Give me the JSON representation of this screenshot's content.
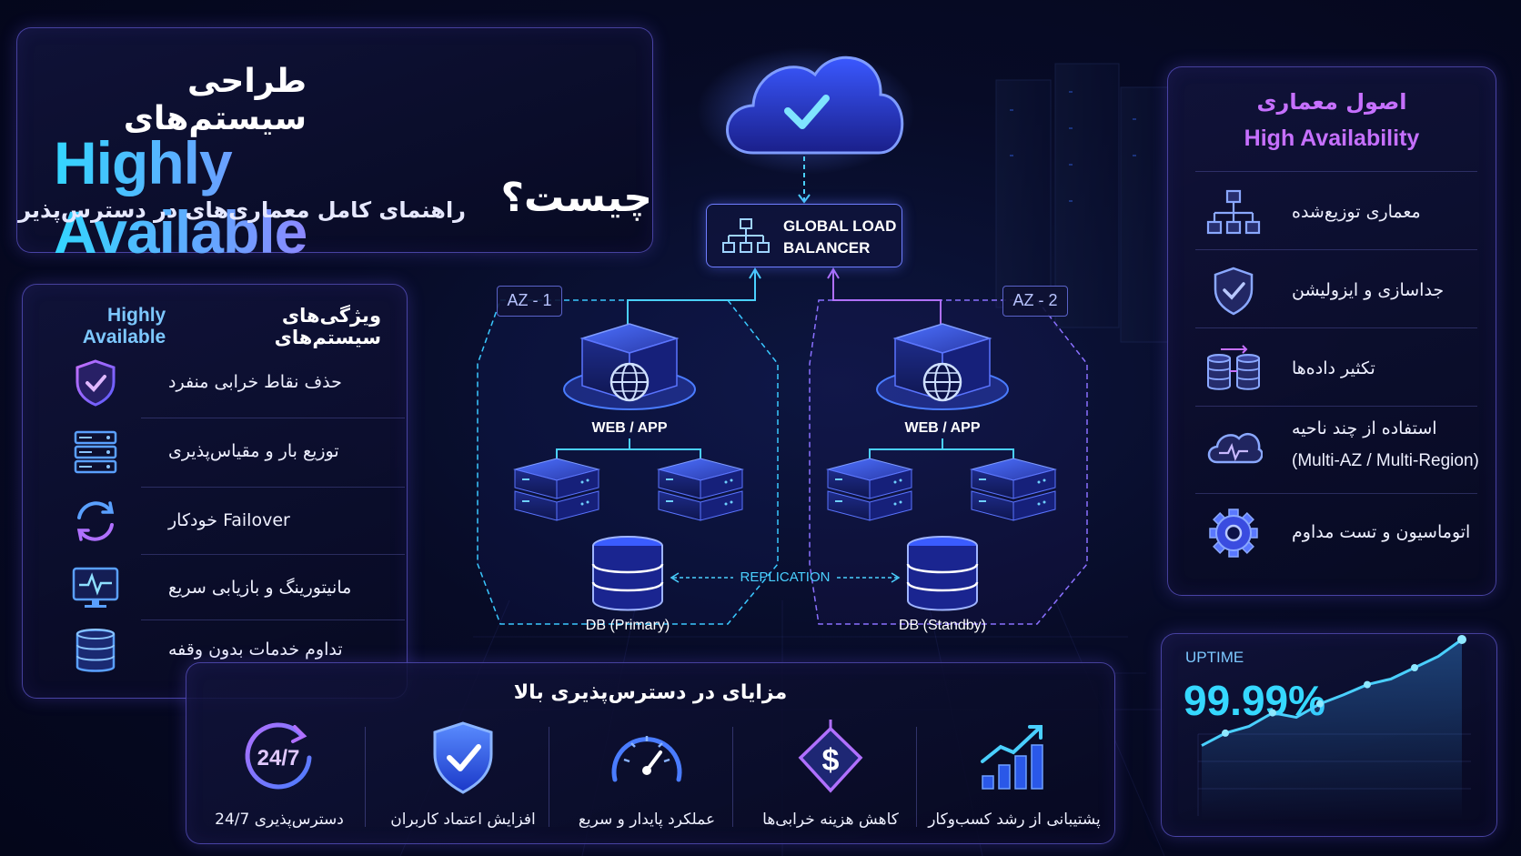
{
  "title": {
    "line1": "طراحی سیستم‌های",
    "latin": "Highly Available",
    "question": "چیست؟",
    "subtitle": "راهنمای کامل معماری‌های در دسترس‌پذیر"
  },
  "features": {
    "header_fa": "ویژگی‌های سیستم‌های",
    "header_latin": "Highly Available",
    "items": [
      {
        "label": "حذف نقاط خرابی منفرد",
        "icon": "shield-check-icon"
      },
      {
        "label": "توزیع بار و مقیاس‌پذیری",
        "icon": "server-rack-icon"
      },
      {
        "label": "Failover خودکار",
        "icon": "refresh-cycle-icon"
      },
      {
        "label": "مانیتورینگ و بازیابی سریع",
        "icon": "monitor-pulse-icon"
      },
      {
        "label": "تداوم خدمات بدون وقفه",
        "icon": "database-icon"
      }
    ]
  },
  "diagram": {
    "glb": "GLOBAL LOAD\nBALANCER",
    "az1": "AZ - 1",
    "az2": "AZ - 2",
    "web1": "WEB / APP",
    "web2": "WEB / APP",
    "db1": "DB (Primary)",
    "db2": "DB (Standby)",
    "replication": "REPLICATION"
  },
  "principles": {
    "title_fa": "اصول معماری",
    "title_latin": "High Availability",
    "items": [
      {
        "label": "معماری توزیع‌شده",
        "icon": "network-hierarchy-icon"
      },
      {
        "label": "جداسازی و ایزولیشن",
        "icon": "shield-check-icon"
      },
      {
        "label": "تکثیر داده‌ها",
        "icon": "database-sync-icon"
      },
      {
        "label": "استفاده از چند ناحیه",
        "label2": "(Multi-AZ / Multi-Region)",
        "icon": "cloud-pulse-icon"
      },
      {
        "label": "اتوماسیون و تست مداوم",
        "icon": "gear-icon"
      }
    ]
  },
  "benefits": {
    "title": "مزایای در دسترس‌پذیری بالا",
    "items": [
      {
        "label": "دسترس‌پذیری 24/7",
        "icon_text": "24/7",
        "icon": "clock-247-icon"
      },
      {
        "label": "افزایش اعتماد کاربران",
        "icon": "shield-check-icon"
      },
      {
        "label": "عملکرد پایدار و سریع",
        "icon": "speedometer-icon"
      },
      {
        "label": "کاهش هزینه خرابی‌ها",
        "icon": "dollar-down-icon"
      },
      {
        "label": "پشتیبانی از رشد کسب‌وکار",
        "icon": "growth-chart-icon"
      }
    ]
  },
  "uptime": {
    "label": "UPTIME",
    "value": "99.99%",
    "trend": [
      0.06,
      0.17,
      0.23,
      0.35,
      0.31,
      0.43,
      0.51,
      0.6,
      0.65,
      0.75,
      0.85,
      1.0
    ]
  },
  "colors": {
    "accent_cyan": "#35d8ff",
    "accent_purple": "#c670ff",
    "panel_border": "#786eff"
  }
}
